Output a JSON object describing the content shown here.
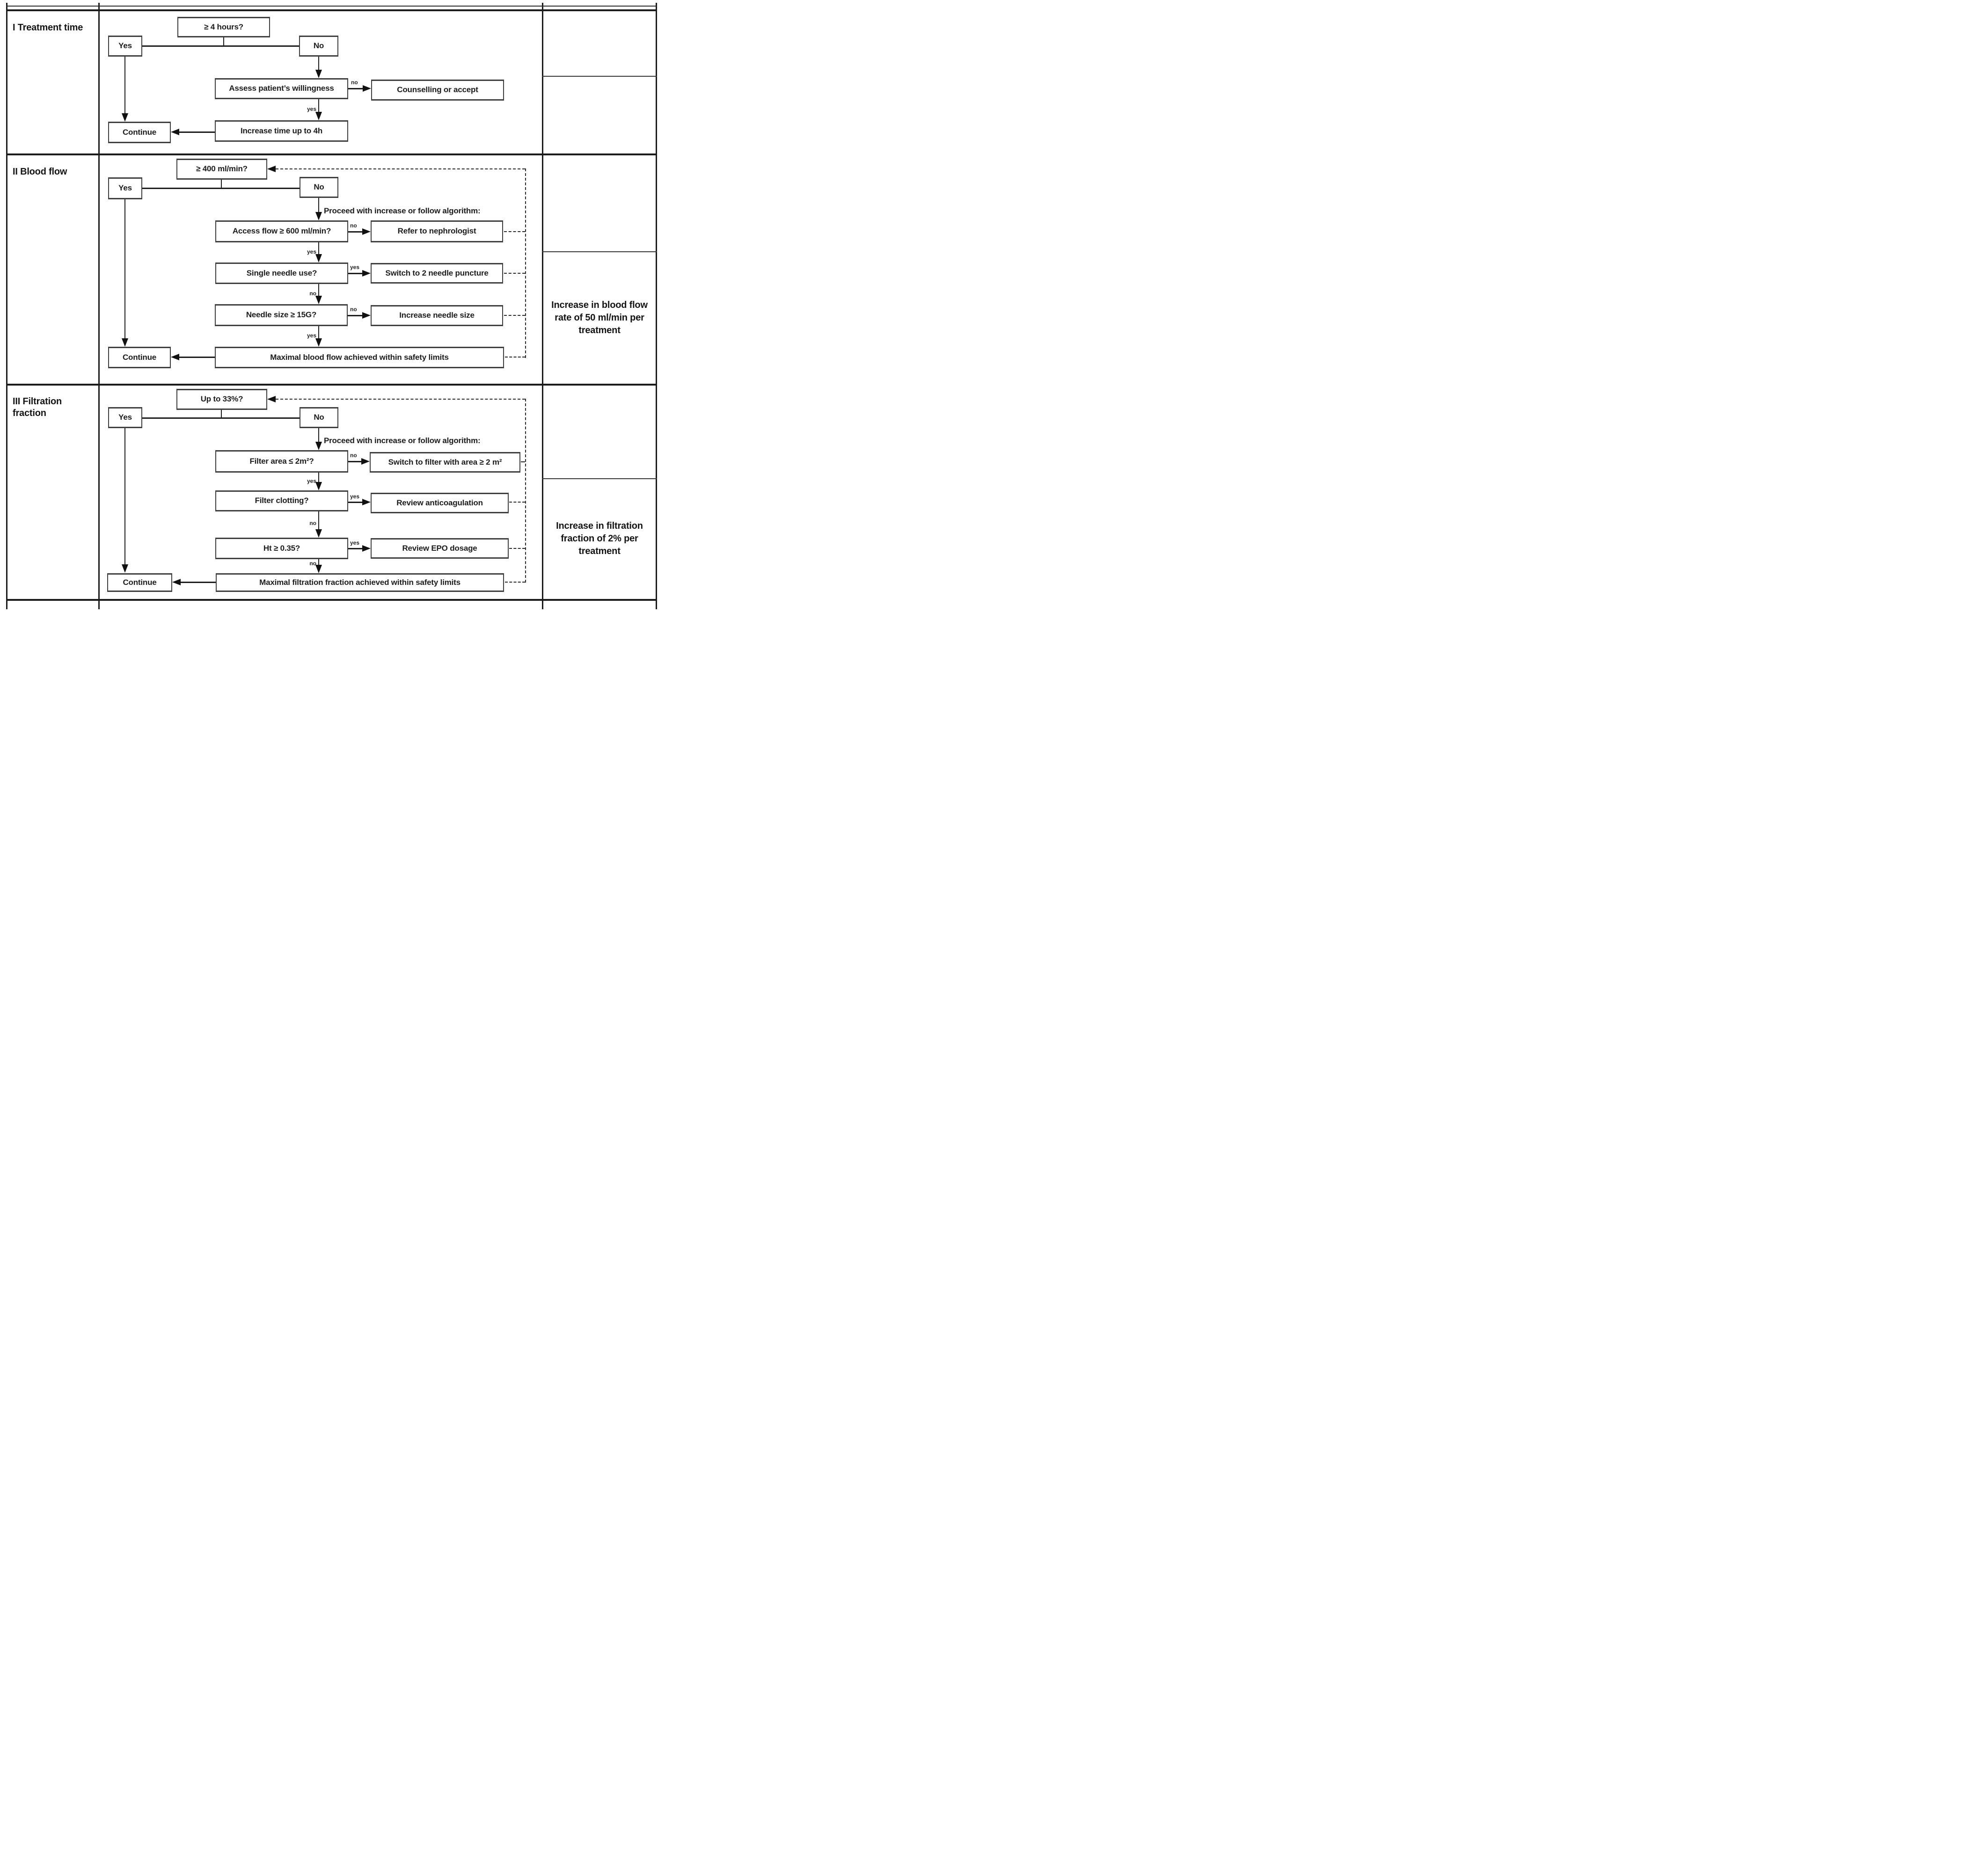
{
  "sections": [
    {
      "label": "I Treatment time",
      "question": "≥ 4 hours?",
      "yes": "Yes",
      "no": "No",
      "boxes": {
        "assess": "Assess patient’s willingness",
        "counselling": "Counselling or accept",
        "increase_time": "Increase time up to 4h",
        "continue": "Continue"
      },
      "edge_labels": {
        "assess_counselling": "no",
        "assess_increase": "yes"
      }
    },
    {
      "label": "II Blood flow",
      "question": "≥ 400 ml/min?",
      "yes": "Yes",
      "no": "No",
      "proceed_caption": "Proceed with increase or follow algorithm:",
      "boxes": {
        "access_flow": "Access flow ≥ 600 ml/min?",
        "refer": "Refer to nephrologist",
        "single_needle": "Single needle use?",
        "switch_needle": "Switch to 2 needle puncture",
        "needle_size": "Needle size ≥ 15G?",
        "increase_needle": "Increase needle size",
        "maximal": "Maximal blood flow achieved within safety limits",
        "continue": "Continue"
      },
      "edge_labels": {
        "access_refer": "no",
        "access_single": "yes",
        "single_switch": "yes",
        "single_needle_size": "no",
        "needle_increase": "no",
        "needle_maximal": "yes"
      },
      "note": "Increase in blood flow rate of 50 ml/min per treatment"
    },
    {
      "label": "III Filtration fraction",
      "question": "Up to 33%?",
      "yes": "Yes",
      "no": "No",
      "proceed_caption": "Proceed with increase or follow algorithm:",
      "boxes": {
        "filter_area": "Filter area ≤ 2m²?",
        "switch_filter": "Switch to filter with area ≥ 2 m²",
        "filter_clotting": "Filter clotting?",
        "review_anticoagulation": "Review anticoagulation",
        "ht": "Ht ≥ 0.35?",
        "review_epo": "Review EPO dosage",
        "maximal": "Maximal filtration fraction achieved within safety limits",
        "continue": "Continue"
      },
      "edge_labels": {
        "filter_switch": "no",
        "filter_clotting": "yes",
        "clotting_review": "yes",
        "clotting_ht": "no",
        "ht_epo": "yes",
        "ht_maximal": "no"
      },
      "note": "Increase in filtration fraction of 2% per treatment"
    }
  ]
}
